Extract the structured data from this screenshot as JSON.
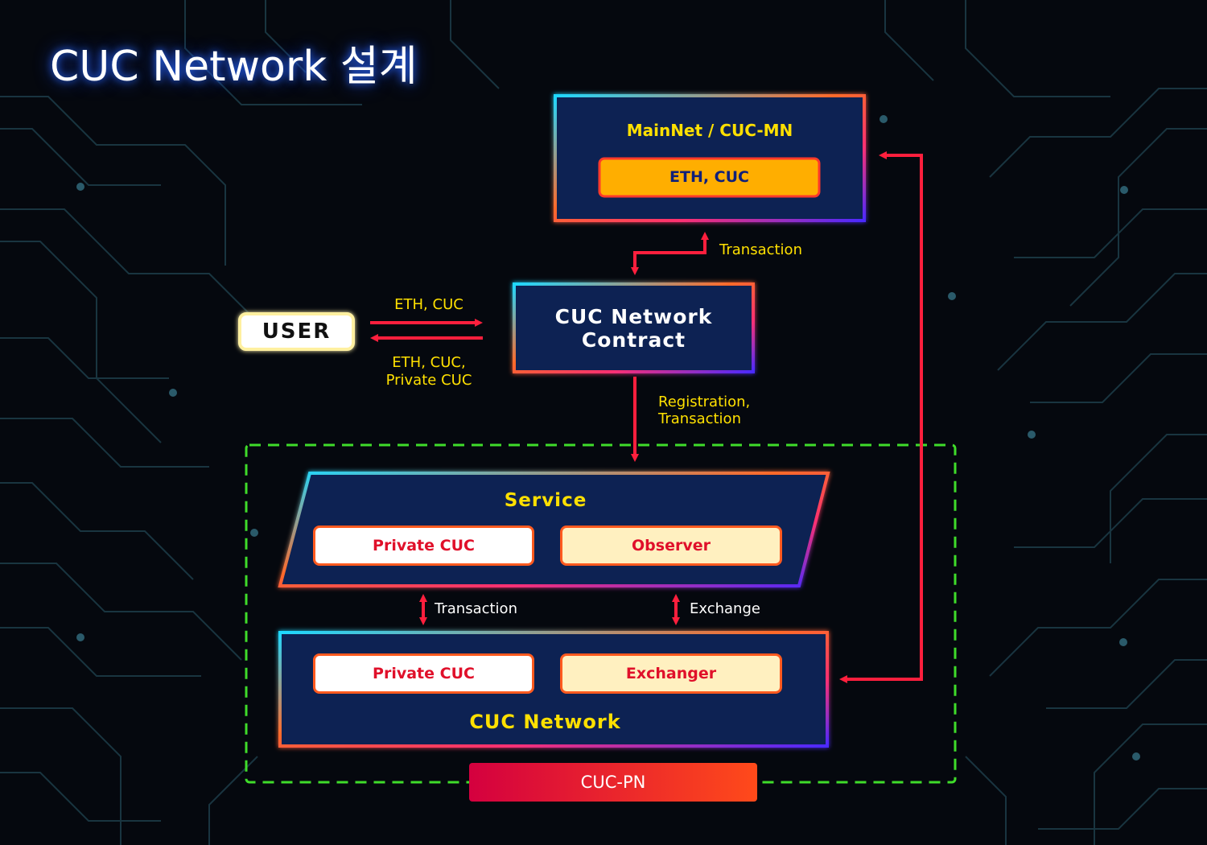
{
  "title": "CUC Network 설계",
  "mainnet": {
    "title": "MainNet / CUC-MN",
    "assets": "ETH, CUC"
  },
  "contract": {
    "line1": "CUC Network",
    "line2": "Contract"
  },
  "user": {
    "label": "USER"
  },
  "flows": {
    "user_to_contract": "ETH, CUC",
    "contract_to_user_line1": "ETH, CUC,",
    "contract_to_user_line2": "Private CUC",
    "contract_to_mainnet": "Transaction",
    "contract_to_pn_line1": "Registration,",
    "contract_to_pn_line2": "Transaction",
    "service_network_left": "Transaction",
    "service_network_right": "Exchange"
  },
  "service": {
    "title": "Service",
    "left": "Private CUC",
    "right": "Observer"
  },
  "network": {
    "title": "CUC Network",
    "left": "Private CUC",
    "right": "Exchanger"
  },
  "private_network": {
    "label": "CUC-PN"
  },
  "colors": {
    "background": "#05080e",
    "label_yellow": "#ffe000",
    "arrow_red": "#ff1f3d",
    "dashed_green": "#3fdc2a",
    "box_fill": "#0f2452",
    "eth_cuc_fill": "#ffae00",
    "cream_fill": "#fff0c0"
  }
}
